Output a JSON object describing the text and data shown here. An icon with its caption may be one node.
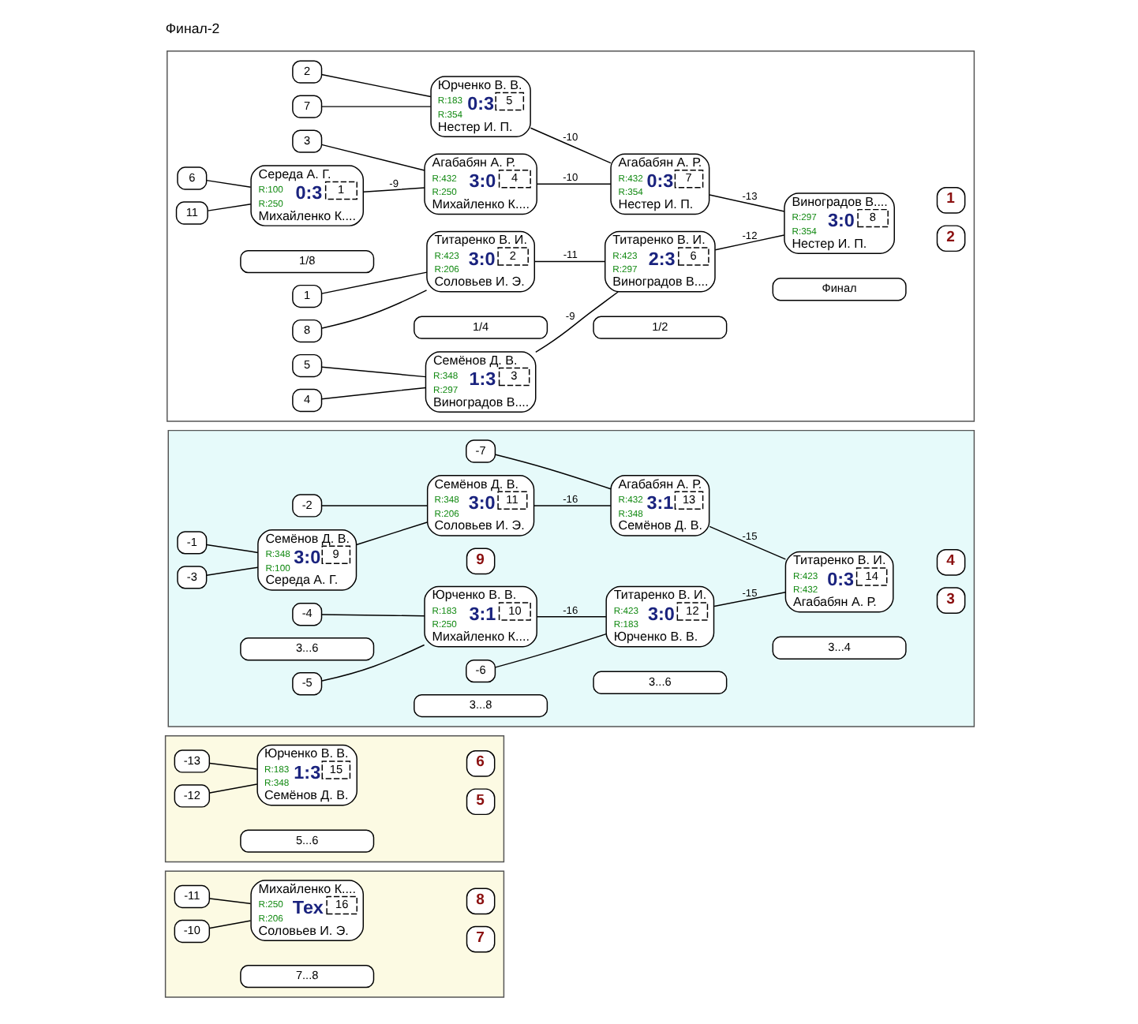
{
  "diagram": {
    "title": "Финал-2",
    "nodes": [
      {
        "text": [],
        "shape": "box"
      },
      {
        "text": [
          "1/8"
        ],
        "in": 0
      },
      {
        "text": [
          "1/4"
        ],
        "in": 0
      },
      {
        "text": [
          "1/2"
        ],
        "in": 0
      },
      {
        "text": [
          "Финал"
        ],
        "in": 0
      },
      {
        "text": [
          "11"
        ],
        "in": 0
      },
      {
        "text": [
          "6"
        ],
        "in": 0
      },
      {
        "text": [
          "Середа А. Г.",
          "R:100",
          "0:3",
          "1",
          "R:250",
          "Михайленко К...."
        ],
        "in": 0
      },
      {
        "text": [
          "1"
        ],
        "in": 0
      },
      {
        "text": [
          "8"
        ],
        "in": 0
      },
      {
        "text": [
          "Титаренко В. И.",
          "R:423",
          "3:0",
          "2",
          "R:206",
          "Соловьев И. Э."
        ],
        "in": 0
      },
      {
        "text": [
          "5"
        ],
        "in": 0
      },
      {
        "text": [
          "4"
        ],
        "in": 0
      },
      {
        "text": [
          "Семёнов Д. В.",
          "R:348",
          "1:3",
          "3",
          "R:297",
          "Виноградов В...."
        ],
        "in": 0
      },
      {
        "text": [
          "3"
        ],
        "in": 0
      },
      {
        "text": [
          "Агабабян А. Р.",
          "R:432",
          "3:0",
          "4",
          "R:250",
          "Михайленко К...."
        ],
        "in": 0
      },
      {
        "text": [
          "7"
        ],
        "in": 0
      },
      {
        "text": [
          "2"
        ],
        "in": 0
      },
      {
        "text": [
          "Юрченко В. В.",
          "R:183",
          "0:3",
          "5",
          "R:354",
          "Нестер И. П."
        ],
        "in": 0
      },
      {
        "text": [
          "Титаренко В. И.",
          "R:423",
          "2:3",
          "6",
          "R:297",
          "Виноградов В...."
        ],
        "in": 0
      },
      {
        "text": [
          "Агабабян А. Р.",
          "R:432",
          "0:3",
          "7",
          "R:354",
          "Нестер И. П."
        ],
        "in": 0
      },
      {
        "text": [
          "Виноградов В....",
          "R:297",
          "3:0",
          "8",
          "R:354",
          "Нестер И. П."
        ],
        "in": 0
      },
      {
        "text": [
          "1"
        ],
        "in": 0
      },
      {
        "text": [
          "2"
        ],
        "in": 0
      },
      {
        "text": [],
        "shape": "box"
      },
      {
        "text": [
          "3...6"
        ],
        "in": 24
      },
      {
        "text": [
          "3...8"
        ],
        "in": 24
      },
      {
        "text": [
          "3...6"
        ],
        "in": 24
      },
      {
        "text": [
          "3...4"
        ],
        "in": 24
      },
      {
        "text": [
          "-5"
        ],
        "in": 24
      },
      {
        "text": [
          "-4"
        ],
        "in": 24
      },
      {
        "text": [
          "Юрченко В. В.",
          "R:183",
          "3:1",
          "10",
          "R:250",
          "Михайленко К...."
        ],
        "in": 24
      },
      {
        "text": [
          "-3"
        ],
        "in": 24
      },
      {
        "text": [
          "-1"
        ],
        "in": 24
      },
      {
        "text": [
          "Семёнов Д. В.",
          "R:348",
          "3:0",
          "9",
          "R:100",
          "Середа А. Г."
        ],
        "in": 24
      },
      {
        "text": [
          "9"
        ],
        "in": 24
      },
      {
        "text": [
          "-2"
        ],
        "in": 24
      },
      {
        "text": [
          "Семёнов Д. В.",
          "R:348",
          "3:0",
          "11",
          "R:206",
          "Соловьев И. Э."
        ],
        "in": 24
      },
      {
        "text": [
          "-6"
        ],
        "in": 24
      },
      {
        "text": [
          "Титаренко В. И.",
          "R:423",
          "3:0",
          "12",
          "R:183",
          "Юрченко В. В."
        ],
        "in": 24
      },
      {
        "text": [
          "-7"
        ],
        "in": 24
      },
      {
        "text": [
          "Агабабян А. Р.",
          "R:432",
          "3:1",
          "13",
          "R:348",
          "Семёнов Д. В."
        ],
        "in": 24
      },
      {
        "text": [
          "Титаренко В. И.",
          "R:423",
          "0:3",
          "14",
          "R:432",
          "Агабабян А. Р."
        ],
        "in": 24
      },
      {
        "text": [
          "4"
        ],
        "in": 24
      },
      {
        "text": [
          "3"
        ],
        "in": 24
      },
      {
        "text": [],
        "shape": "box"
      },
      {
        "text": [
          "5...6"
        ],
        "in": 45
      },
      {
        "text": [
          "-12"
        ],
        "in": 45
      },
      {
        "text": [
          "-13"
        ],
        "in": 45
      },
      {
        "text": [
          "Юрченко В. В.",
          "R:183",
          "1:3",
          "15",
          "R:348",
          "Семёнов Д. В."
        ],
        "in": 45
      },
      {
        "text": [
          "6"
        ],
        "in": 45
      },
      {
        "text": [
          "5"
        ],
        "in": 45
      },
      {
        "text": [],
        "shape": "box"
      },
      {
        "text": [
          "7...8"
        ],
        "in": 52
      },
      {
        "text": [
          "-10"
        ],
        "in": 52
      },
      {
        "text": [
          "-11"
        ],
        "in": 52
      },
      {
        "text": [
          "Михайленко К....",
          "R:250",
          "Тех",
          "16",
          "R:206",
          "Соловьев И. Э."
        ],
        "in": 52
      },
      {
        "text": [
          "8"
        ],
        "in": 52
      },
      {
        "text": [
          "7"
        ],
        "in": 52
      }
    ],
    "edges": [
      {
        "from": 5,
        "to": 7,
        "arrow": "none"
      },
      {
        "from": 6,
        "to": 7,
        "arrow": "none"
      },
      {
        "from": 8,
        "to": 10,
        "arrow": "none"
      },
      {
        "from": 9,
        "to": 10,
        "arrow": "none"
      },
      {
        "from": 11,
        "to": 13,
        "arrow": "none"
      },
      {
        "from": 12,
        "to": 13,
        "arrow": "none"
      },
      {
        "from": 14,
        "to": 15,
        "arrow": "none"
      },
      {
        "from": 7,
        "to": 15,
        "arrow": "none",
        "label": "-9"
      },
      {
        "from": 16,
        "to": 18,
        "arrow": "none"
      },
      {
        "from": 17,
        "to": 18,
        "arrow": "none"
      },
      {
        "from": 10,
        "to": 19,
        "arrow": "none",
        "label": "-11"
      },
      {
        "from": 13,
        "to": 19,
        "arrow": "none",
        "label": "-9"
      },
      {
        "from": 15,
        "to": 20,
        "arrow": "none",
        "label": "-10"
      },
      {
        "from": 18,
        "to": 20,
        "arrow": "none",
        "label": "-10"
      },
      {
        "from": 19,
        "to": 21,
        "arrow": "none",
        "label": "-12"
      },
      {
        "from": 20,
        "to": 21,
        "arrow": "none",
        "label": "-13"
      },
      {
        "from": 29,
        "to": 31,
        "arrow": "none"
      },
      {
        "from": 30,
        "to": 31,
        "arrow": "none"
      },
      {
        "from": 32,
        "to": 34,
        "arrow": "none"
      },
      {
        "from": 33,
        "to": 34,
        "arrow": "none"
      },
      {
        "from": 36,
        "to": 37,
        "arrow": "none"
      },
      {
        "from": 34,
        "to": 37,
        "arrow": "none"
      },
      {
        "from": 38,
        "to": 39,
        "arrow": "none"
      },
      {
        "from": 31,
        "to": 39,
        "arrow": "none",
        "label": "-16"
      },
      {
        "from": 40,
        "to": 41,
        "arrow": "none"
      },
      {
        "from": 37,
        "to": 41,
        "arrow": "none",
        "label": "-16"
      },
      {
        "from": 39,
        "to": 42,
        "arrow": "none",
        "label": "-15"
      },
      {
        "from": 41,
        "to": 42,
        "arrow": "none",
        "label": "-15"
      },
      {
        "from": 47,
        "to": 49,
        "arrow": "none"
      },
      {
        "from": 48,
        "to": 49,
        "arrow": "none"
      },
      {
        "from": 54,
        "to": 56,
        "arrow": "none"
      },
      {
        "from": 55,
        "to": 56,
        "arrow": "none"
      }
    ]
  }
}
